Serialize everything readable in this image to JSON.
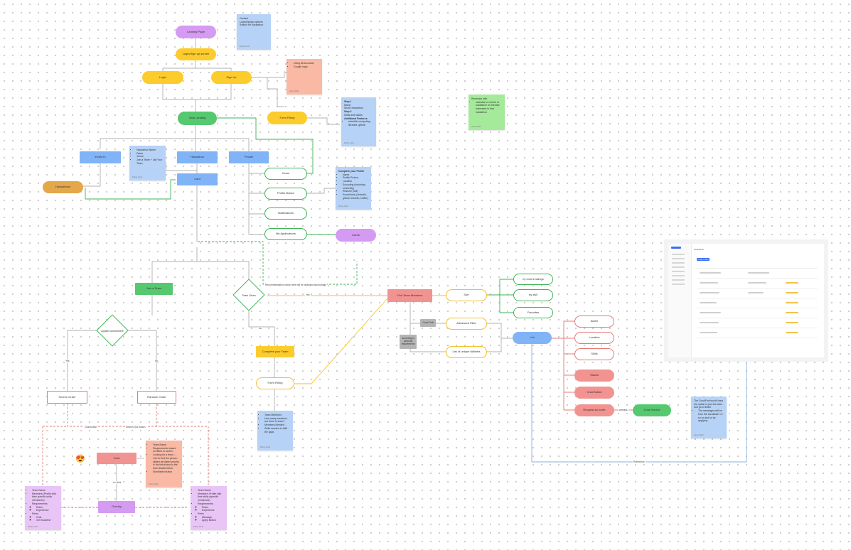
{
  "nodes": {
    "landing_page": "Landing Page",
    "login_signup_screen": "Login/Sign up screen",
    "login": "Login",
    "sign_up": "Sign Up",
    "form_filling_top": "Form Filling",
    "side_landing": "Side Landing",
    "invest_in": "Invest In",
    "hackathon": "Hackathon",
    "people": "People",
    "hackathons": "Hackathons",
    "card_top": "Card",
    "home": "Home",
    "profile_button": "Profile Button",
    "notifications": "Notifications",
    "my_applications": "My Applications",
    "cards": "Cards",
    "join_a_team": "Join a Team",
    "applied_somewhere": "Applied somewhere",
    "team_given": "Team Given",
    "screen_order": "Screen Order",
    "random_order": "Random Order",
    "card_mid": "Card",
    "overlay": "Overlay",
    "complete_team": "Complete your Team",
    "form_filling_mid": "Form Filling",
    "find_team_members": "Find Team Members",
    "sort": "Sort",
    "advanced_filter": "Advanced Filter",
    "list_unique_skillsets": "List of unique skillsets",
    "list": "List",
    "by_recent_ratings": "by recent ratings",
    "by_skill": "by skill",
    "favorites": "Favorites",
    "name": "Name",
    "location": "Location",
    "skills": "Skills",
    "stacks": "Stacks",
    "chat_button": "Chat Button",
    "request_invite": "Request an Invite",
    "chat_service": "Chat Service",
    "good_fruit": "Good Fruit",
    "according_to": "According to personal requirements"
  },
  "edge_labels": {
    "yes_team": "Yes",
    "no_team": "No",
    "yes_applied": "Yes",
    "no_applied": "No",
    "chat_button": "Chat button",
    "search_out": "Search Out button",
    "on_click": "on click",
    "overlays": "overlays",
    "reference": "Reference",
    "recommendation_note": "Recommendation cards here will be changed accordingly"
  },
  "stickies": {
    "contact": {
      "lines": [
        "Contact",
        "Login/Signup options",
        "Search for hackathon"
      ],
      "author": "Dhrup Joshi"
    },
    "signup_options": {
      "bullets": [
        "Using all accounts",
        "Google login"
      ],
      "author": "Aarav Shah"
    },
    "steps": {
      "lines": [
        "Step 1",
        "Name",
        "Short Description",
        "Step 2",
        "Skills and stacks",
        "",
        "Additional Features"
      ],
      "bullets": [
        "scientific computing libraries, github"
      ],
      "author": "Dhrup Joshi"
    },
    "hackathon_info": {
      "bullets": [
        "Hackathon Name",
        "Dates",
        "Venue",
        "Join a Team + List Your Team"
      ],
      "author": "Dhrup Joshi"
    },
    "profile": {
      "lines": [
        "Complete your Profile"
      ],
      "bullets": [
        "Name",
        "Profile Picture",
        "Location",
        "Schooling (Including university)",
        "Resume (link)",
        "Social links (LinkedIn, github, linkedin, twitter)"
      ],
      "author": "Dhrup Joshi"
    },
    "reminder": {
      "lines": [
        "Reminder with"
      ],
      "bullets": [
        "calendar to remind of hackathon to relevant interested in that hackathon"
      ],
      "author": "Aarav Shah"
    },
    "team_members": {
      "bullets": [
        "Team Members",
        "How many members are there in team?",
        "Members Needed",
        "Skills needed to fulfil the gaps"
      ],
      "author": "Dhrup Joshi"
    },
    "card_details": {
      "bullets": [
        "Team Name",
        "Requirements based on filters in screen",
        "Looking for a team ... Join to find the person skilled as higher priority in the list shown to the team leader/driver",
        "Shortlisted button"
      ],
      "author": "Aarav Shah"
    },
    "team_name_left": {
      "bullets": [
        "Team Name",
        "Members (Profile with their specific skills mentioned)",
        "Requirements"
      ],
      "sub1": [
        "Roles",
        "Experience"
      ],
      "bullets2": [
        "Perks"
      ],
      "sub2": [
        "Chat",
        "Get Sockets?"
      ],
      "author": "Dhrup Joshi"
    },
    "team_name_right": {
      "bullets": [
        "Team Name",
        "Member's Profile with their skills (specific mentioned)",
        "Requirements"
      ],
      "sub1": [
        "Roles",
        "Experience"
      ],
      "bullets2": [
        "Perks"
      ],
      "sub2": [
        "Message",
        "Apply Button"
      ],
      "author": "Dhrup Joshi"
    },
    "goodfruit": {
      "lines": [
        "The GoodFruit would have the option to join the team and go to listed "
      ],
      "bullets": [
        "The messages will be from the candidate 1:1 so so and so by applying"
      ],
      "author": "Aarav Shah"
    }
  },
  "screenshot": {
    "title": "Hackathon",
    "button": "Create a team"
  },
  "colors": {
    "purple": "#d59af2",
    "yellow": "#fccc2c",
    "green": "#55c870",
    "blue": "#80b4f7",
    "orange": "#e4a74a",
    "red": "#f19390",
    "edge_gray": "#b0b0b0",
    "edge_green": "#3fb357",
    "edge_yellow": "#f2c12e",
    "edge_red": "#e57b77",
    "edge_blue": "#8ab0dd"
  }
}
